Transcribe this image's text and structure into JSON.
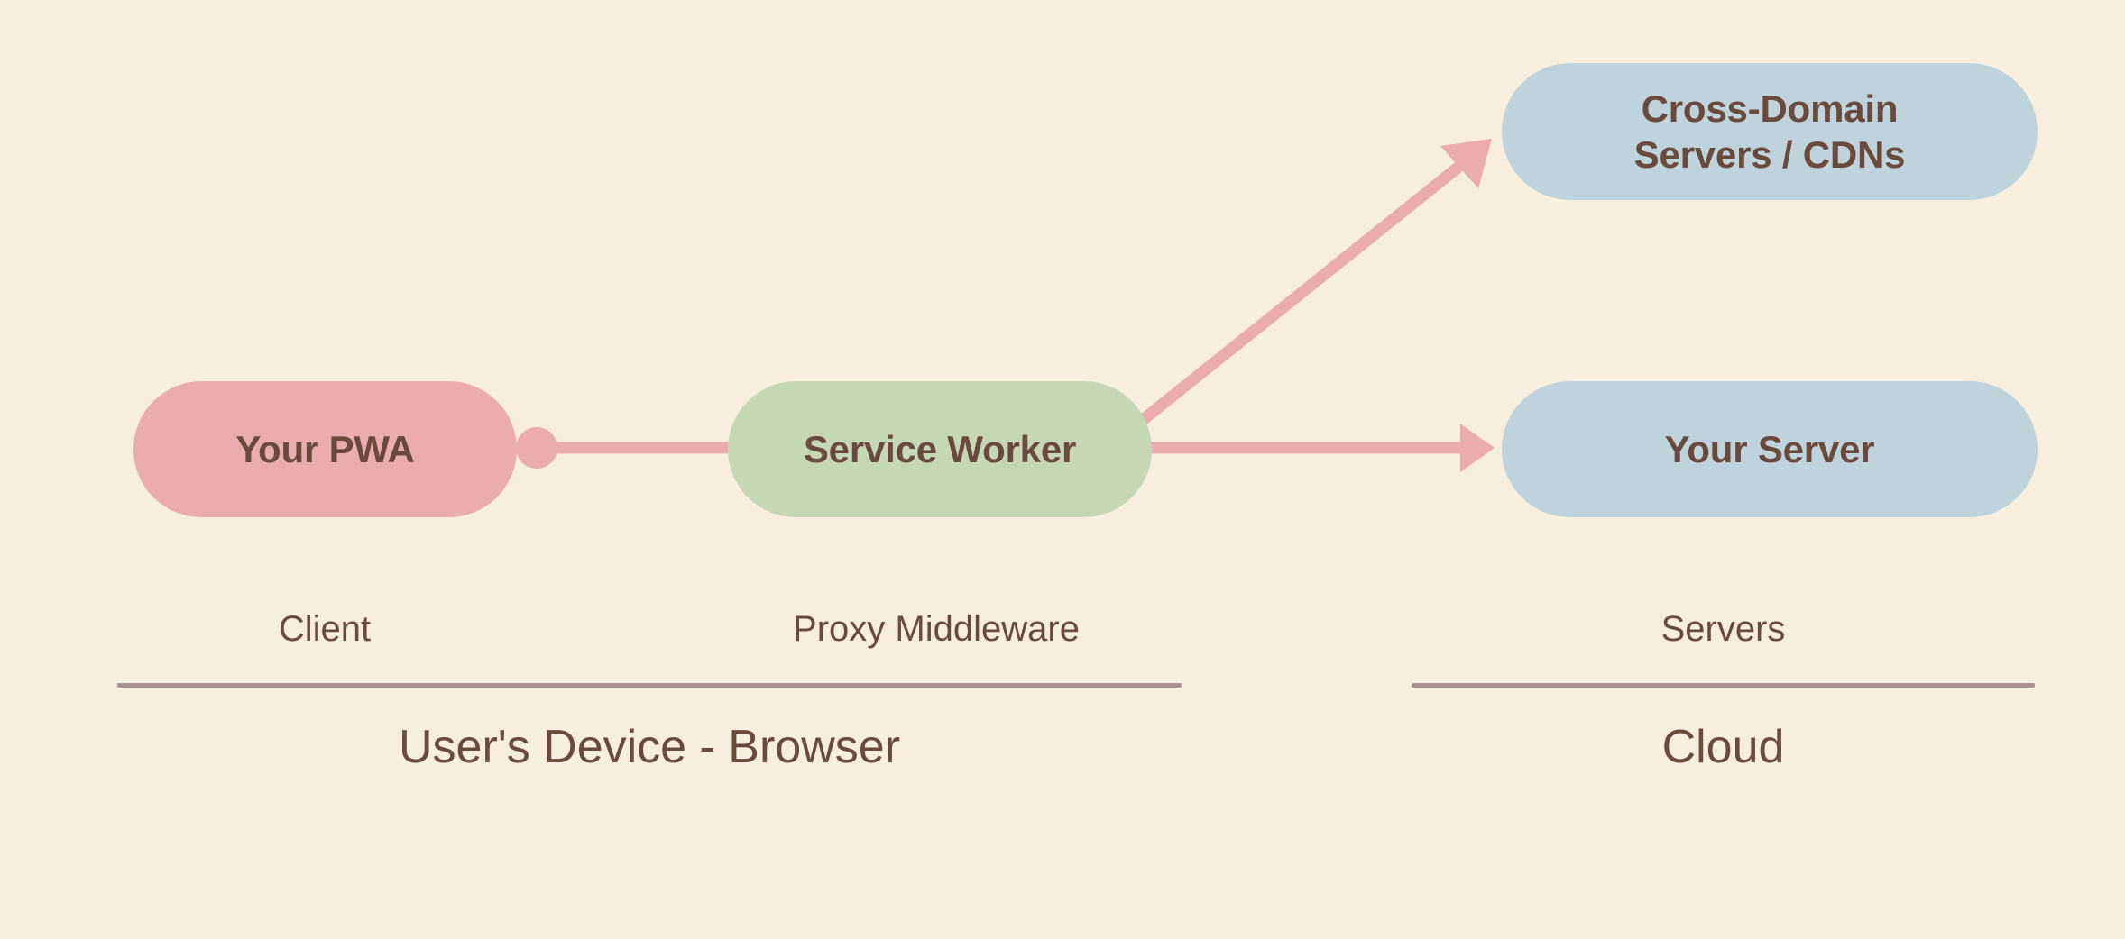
{
  "diagram": {
    "background_color": "#F7EEDE",
    "text_color": "#6B4A3E",
    "connector_color": "#EAACAC",
    "rule_color": "#A8938C",
    "nodes": [
      {
        "id": "pwa",
        "label": "Your PWA",
        "color": "#EAACAC",
        "shape": "pill"
      },
      {
        "id": "service-worker",
        "label": "Service Worker",
        "color": "#C6D7B5",
        "shape": "pill"
      },
      {
        "id": "cross-domain",
        "label": "Cross-Domain\nServers / CDNs",
        "color": "#BED3DB",
        "shape": "pill"
      },
      {
        "id": "your-server",
        "label": "Your Server",
        "color": "#BED3DB",
        "shape": "pill"
      }
    ],
    "connectors": [
      {
        "id": "pwa-to-service-worker",
        "from": "pwa",
        "to": "service-worker",
        "start_marker": "dot",
        "end_marker": "none"
      },
      {
        "id": "service-worker-to-cross-domain",
        "from": "service-worker",
        "to": "cross-domain",
        "start_marker": "none",
        "end_marker": "arrow"
      },
      {
        "id": "service-worker-to-your-server",
        "from": "service-worker",
        "to": "your-server",
        "start_marker": "none",
        "end_marker": "arrow"
      }
    ],
    "zones": [
      {
        "id": "device",
        "title": "User's Device - Browser",
        "sublabels": [
          "Client",
          "Proxy Middleware"
        ]
      },
      {
        "id": "cloud",
        "title": "Cloud",
        "sublabels": [
          "Servers"
        ]
      }
    ]
  }
}
